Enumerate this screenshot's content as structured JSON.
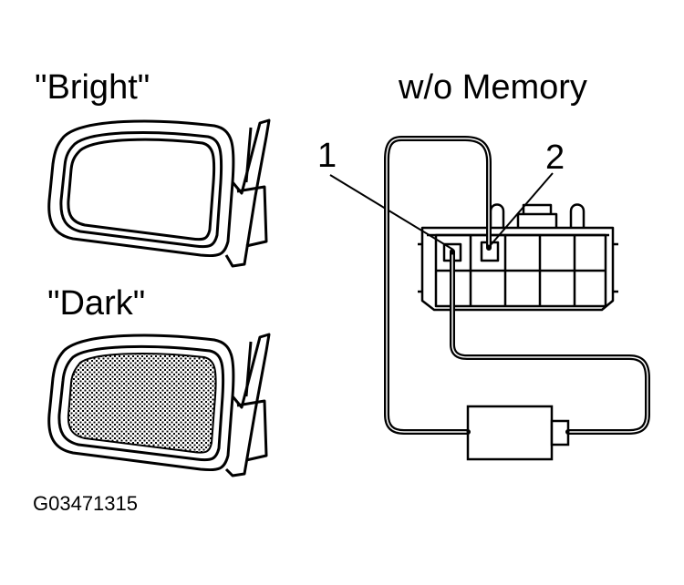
{
  "labels": {
    "bright": "\"Bright\"",
    "dark": "\"Dark\"",
    "wo_memory": "w/o Memory",
    "pin_1": "1",
    "pin_2": "2",
    "figure_code": "G03471315"
  },
  "colors": {
    "ink": "#000000",
    "paper": "#ffffff"
  },
  "icons": {
    "bright_mirror": "side-mirror-clear",
    "dark_mirror": "side-mirror-dimmed",
    "connector": "electrical-connector",
    "battery": "battery-cell"
  }
}
